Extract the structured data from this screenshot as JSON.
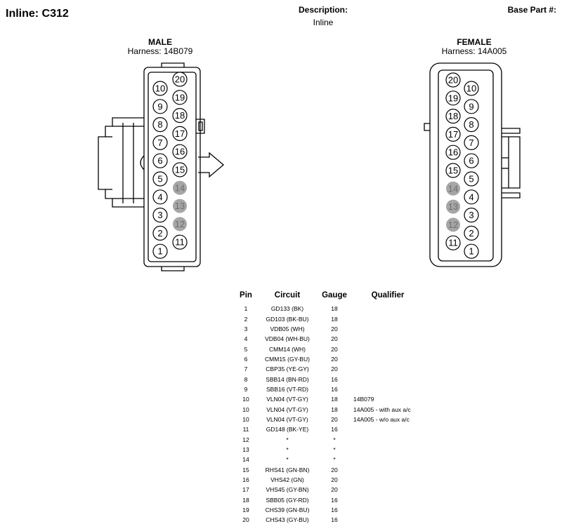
{
  "header": {
    "title": "Inline: C312",
    "description_label": "Description:",
    "description_value": "Inline",
    "base_part_label": "Base Part #:"
  },
  "male": {
    "label": "MALE",
    "harness": "Harness: 14B079",
    "right_column": [
      "20",
      "19",
      "18",
      "17",
      "16",
      "15",
      "14",
      "13",
      "12",
      "11"
    ],
    "left_column": [
      "10",
      "9",
      "8",
      "7",
      "6",
      "5",
      "4",
      "3",
      "2",
      "1"
    ]
  },
  "female": {
    "label": "FEMALE",
    "harness": "Harness: 14A005",
    "left_column": [
      "20",
      "19",
      "18",
      "17",
      "16",
      "15",
      "14",
      "13",
      "12",
      "11"
    ],
    "right_column": [
      "10",
      "9",
      "8",
      "7",
      "6",
      "5",
      "4",
      "3",
      "2",
      "1"
    ]
  },
  "unused_pins": [
    "12",
    "13",
    "14"
  ],
  "colors": {
    "unused_pin_fill": "#a6a6a6",
    "line": "#000000"
  },
  "table": {
    "headers": [
      "Pin",
      "Circuit",
      "Gauge",
      "Qualifier"
    ],
    "rows": [
      [
        "1",
        "GD133 (BK)",
        "18",
        ""
      ],
      [
        "2",
        "GD103 (BK-BU)",
        "18",
        ""
      ],
      [
        "3",
        "VDB05 (WH)",
        "20",
        ""
      ],
      [
        "4",
        "VDB04 (WH-BU)",
        "20",
        ""
      ],
      [
        "5",
        "CMM14 (WH)",
        "20",
        ""
      ],
      [
        "6",
        "CMM15 (GY-BU)",
        "20",
        ""
      ],
      [
        "7",
        "CBP35 (YE-GY)",
        "20",
        ""
      ],
      [
        "8",
        "SBB14 (BN-RD)",
        "16",
        ""
      ],
      [
        "9",
        "SBB16 (VT-RD)",
        "16",
        ""
      ],
      [
        "10",
        "VLN04 (VT-GY)",
        "18",
        "14B079"
      ],
      [
        "10",
        "VLN04 (VT-GY)",
        "18",
        "14A005 - with aux a/c"
      ],
      [
        "10",
        "VLN04 (VT-GY)",
        "20",
        "14A005 - w/o aux a/c"
      ],
      [
        "11",
        "GD148 (BK-YE)",
        "16",
        ""
      ],
      [
        "12",
        "*",
        "*",
        ""
      ],
      [
        "13",
        "*",
        "*",
        ""
      ],
      [
        "14",
        "*",
        "*",
        ""
      ],
      [
        "15",
        "RHS41 (GN-BN)",
        "20",
        ""
      ],
      [
        "16",
        "VHS42 (GN)",
        "20",
        ""
      ],
      [
        "17",
        "VHS45 (GY-BN)",
        "20",
        ""
      ],
      [
        "18",
        "SBB05 (GY-RD)",
        "16",
        ""
      ],
      [
        "19",
        "CHS39 (GN-BU)",
        "16",
        ""
      ],
      [
        "20",
        "CHS43 (GY-BU)",
        "16",
        ""
      ]
    ]
  }
}
